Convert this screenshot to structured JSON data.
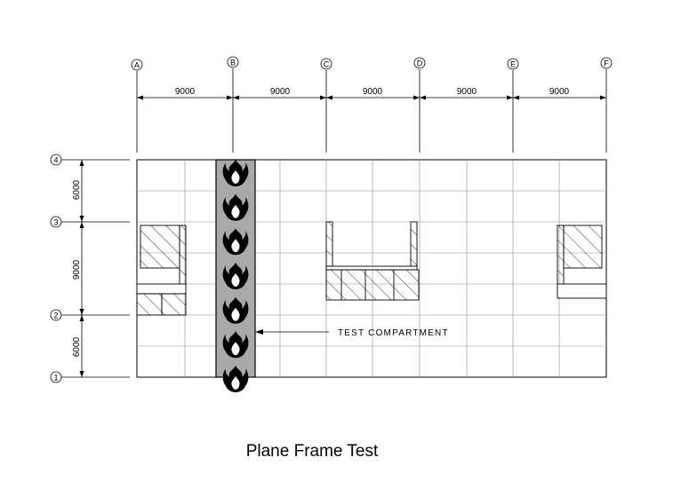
{
  "grid": {
    "columns": [
      "A",
      "B",
      "C",
      "D",
      "E",
      "F"
    ],
    "rows": [
      "1",
      "2",
      "3",
      "4"
    ]
  },
  "dimensions": {
    "column_spacings": [
      "9000",
      "9000",
      "9000",
      "9000",
      "9000"
    ],
    "row_spacings": [
      "6000",
      "9000",
      "6000"
    ]
  },
  "callout": {
    "label": "TEST  COMPARTMENT"
  },
  "fire_icon_count": 7,
  "title": "Plane Frame Test",
  "colors": {
    "line": "#000000",
    "grid_line": "#8c8c8c",
    "test_compartment_fill": "#a9a9a9",
    "flame_fill": "#000000",
    "flame_core": "#ffffff"
  }
}
